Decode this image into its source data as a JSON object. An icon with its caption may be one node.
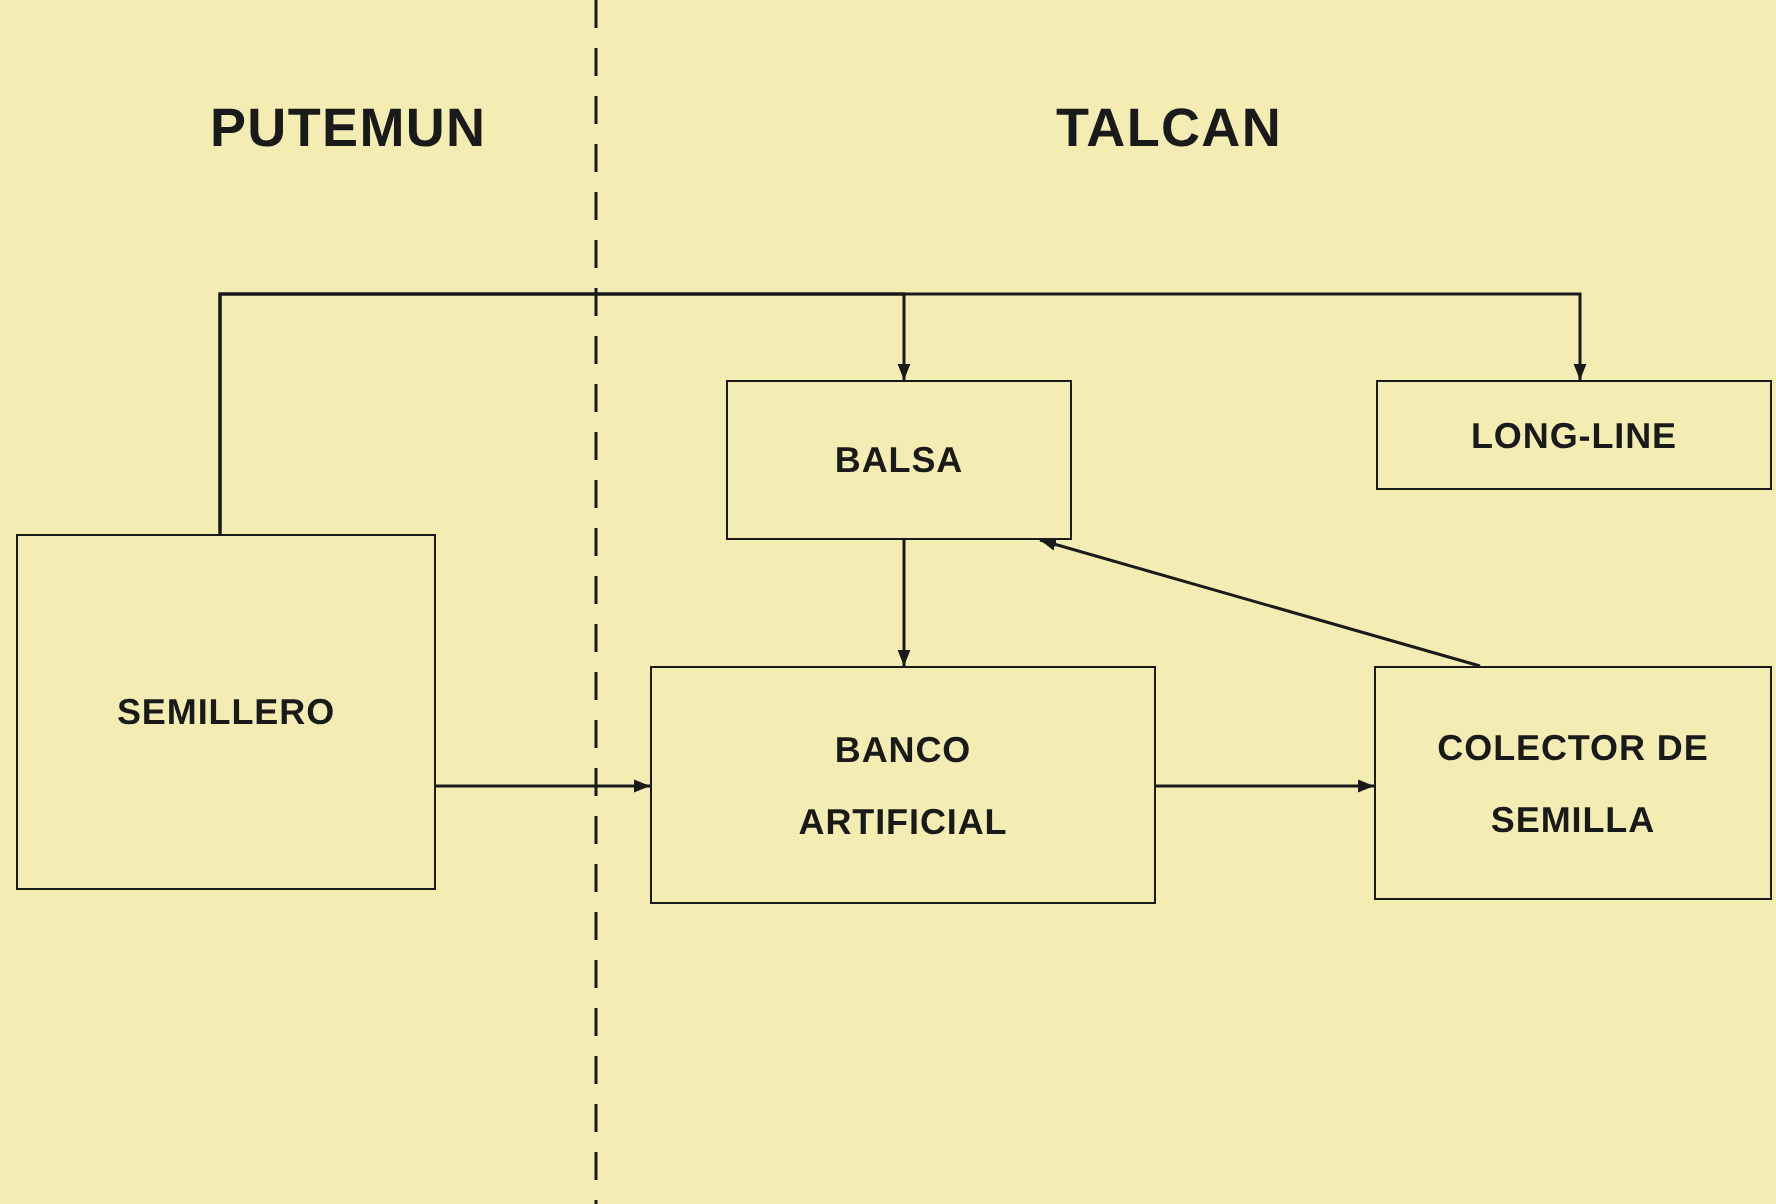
{
  "diagram": {
    "nodes": [
      {
        "text": [
          "SEMILLERO"
        ]
      },
      {
        "text": [
          "BALSA"
        ]
      },
      {
        "text": [
          "LONG-LINE"
        ]
      },
      {
        "text": [
          "BANCO ARTIFICIAL"
        ]
      },
      {
        "text": [
          "COLECTOR DE SEMILLA"
        ]
      }
    ],
    "edges": [
      {
        "from": 0,
        "to": 1,
        "arrow": "to"
      },
      {
        "from": 0,
        "to": 2,
        "arrow": "to"
      },
      {
        "from": 0,
        "to": 3,
        "arrow": "to"
      },
      {
        "from": 1,
        "to": 3,
        "arrow": "to"
      },
      {
        "from": 3,
        "to": 4,
        "arrow": "to"
      },
      {
        "from": 4,
        "to": 1,
        "arrow": "to"
      }
    ],
    "labels": [
      "PUTEMUN",
      "TALCAN"
    ]
  }
}
